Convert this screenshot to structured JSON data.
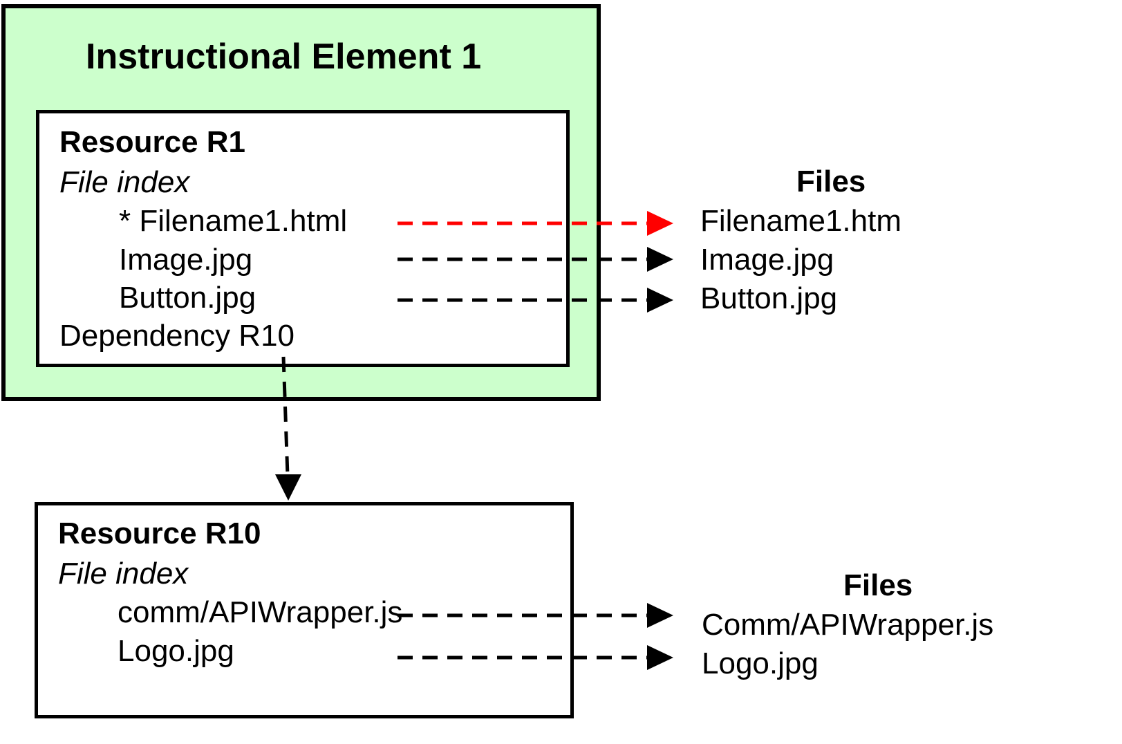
{
  "element": {
    "title": "Instructional Element 1"
  },
  "resource_r1": {
    "title": "Resource R1",
    "file_index_label": "File index",
    "files": [
      "* Filename1.html",
      "Image.jpg",
      "Button.jpg"
    ],
    "dependency": "Dependency R10"
  },
  "files_r1": {
    "header": "Files",
    "items": [
      "Filename1.htm",
      "Image.jpg",
      "Button.jpg"
    ]
  },
  "resource_r10": {
    "title": "Resource R10",
    "file_index_label": "File index",
    "files": [
      "comm/APIWrapper.js",
      "Logo.jpg"
    ]
  },
  "files_r10": {
    "header": "Files",
    "items": [
      "Comm/APIWrapper.js",
      "Logo.jpg"
    ]
  },
  "colors": {
    "element_fill": "#ccffcc",
    "highlight_link": "#ff0000",
    "link": "#000000"
  }
}
